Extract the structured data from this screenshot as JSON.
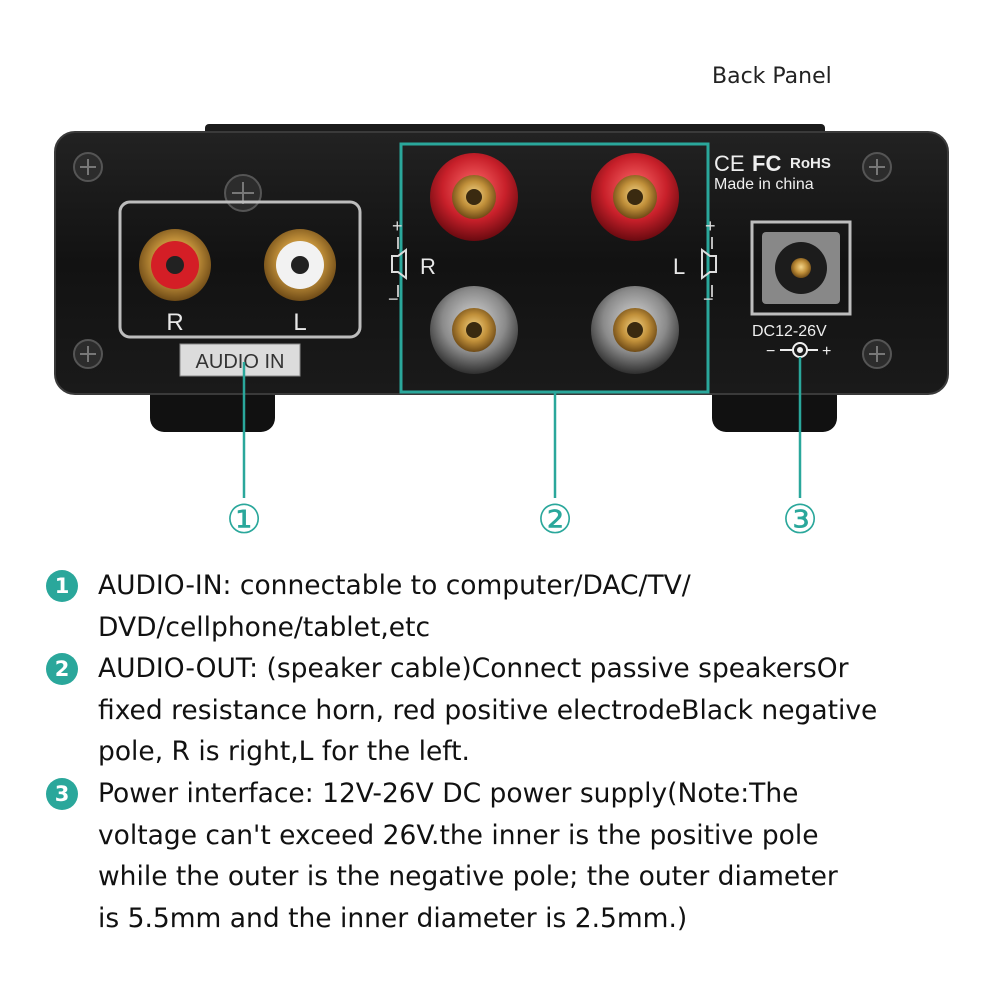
{
  "header": {
    "title": "Back Panel"
  },
  "panel": {
    "audio_in_label": "AUDIO IN",
    "rca_right": "R",
    "rca_left": "L",
    "speaker_right": "R",
    "speaker_left": "L",
    "plus": "+",
    "minus": "−",
    "cert_ce": "CE",
    "cert_fc": "FC",
    "cert_rohs": "RoHS",
    "made_in": "Made in china",
    "dc_label": "DC12-26V",
    "dc_polarity_minus": "−",
    "dc_polarity_plus": "+"
  },
  "callouts": [
    {
      "marker": "①"
    },
    {
      "marker": "②"
    },
    {
      "marker": "③"
    }
  ],
  "notes": [
    {
      "num": "1",
      "text": "AUDIO-IN: connectable to computer/DAC/TV/\nDVD/cellphone/tablet,etc"
    },
    {
      "num": "2",
      "text": "AUDIO-OUT: (speaker cable)Connect passive speakersOr\nfixed resistance horn, red positive electrodeBlack negative\npole, R is right,L for the left."
    },
    {
      "num": "3",
      "text": "Power interface: 12V-26V DC power supply(Note:The\nvoltage can't exceed 26V.the inner is the positive pole\nwhile the outer is the negative pole; the outer diameter\nis 5.5mm and the inner diameter is 2.5mm.)"
    }
  ],
  "colors": {
    "accent": "#2aa79b",
    "panel": "#141414",
    "red_post": "#c8202a",
    "gold": "#b8862e"
  }
}
